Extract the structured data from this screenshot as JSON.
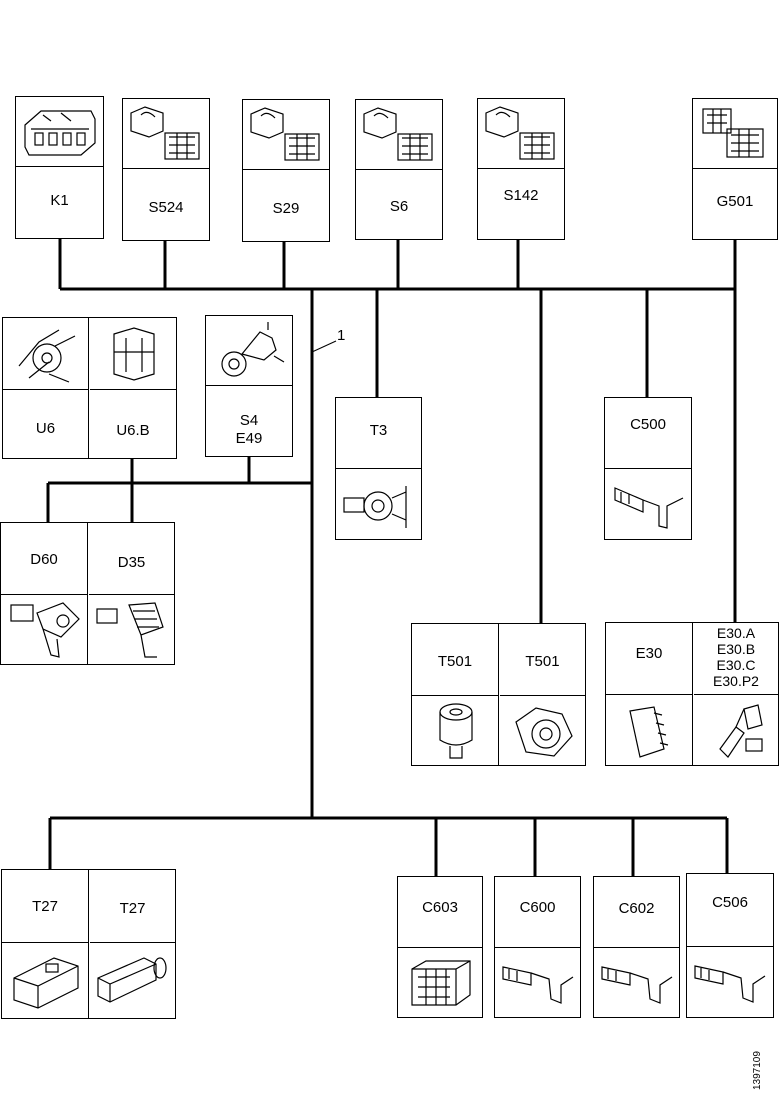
{
  "callout": "1",
  "doc_id": "1397109",
  "connectors": {
    "K1": "K1",
    "S524": "S524",
    "S29": "S29",
    "S6": "S6",
    "S142": "S142",
    "G501": "G501",
    "U6": "U6",
    "U6B": "U6.B",
    "S4": "S4",
    "E49": "E49",
    "T3": "T3",
    "C500": "C500",
    "D60": "D60",
    "D35": "D35",
    "T501a": "T501",
    "T501b": "T501",
    "E30": "E30",
    "E30A": "E30.A",
    "E30B": "E30.B",
    "E30C": "E30.C",
    "E30P2": "E30.P2",
    "T27a": "T27",
    "T27b": "T27",
    "C603": "C603",
    "C600": "C600",
    "C602": "C602",
    "C506": "C506"
  }
}
